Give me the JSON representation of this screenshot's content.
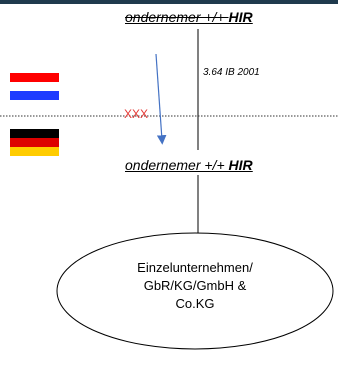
{
  "colors": {
    "arrow": "#4472c4",
    "blocked": "#e53935",
    "nl_flag": [
      "#ff0000",
      "#ffffff",
      "#1e3cff"
    ],
    "de_flag": [
      "#000000",
      "#dd0000",
      "#ffcc00"
    ]
  },
  "top_entity": {
    "text": "ondernemer +/+ ",
    "hir": "HIR"
  },
  "note": "3.64 IB 2001",
  "blocked_label": "XXX",
  "bottom_entity": {
    "text": "ondernemer +/+ ",
    "hir": "HIR"
  },
  "ellipse_text": "Einzelunternehmen/\nGbR/KG/GmbH &\nCo.KG"
}
